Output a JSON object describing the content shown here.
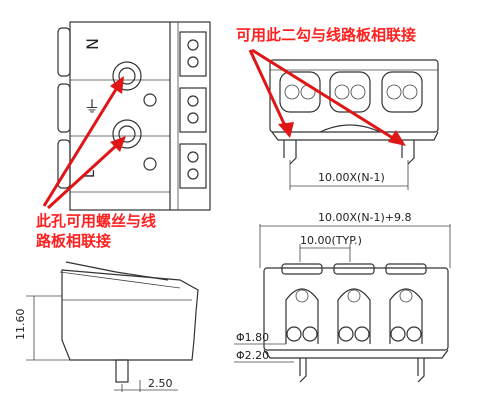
{
  "annotations": {
    "hook_note": "可用此二勾与线路板相联接",
    "hole_note_line1": "此孔可用螺丝与线",
    "hole_note_line2": "路板相联接"
  },
  "symbols": {
    "n_mark": "N",
    "ground_mark": "⏚",
    "l_mark": "L"
  },
  "dimensions": {
    "pin_pitch_top": "10.00X(N-1)",
    "overall_width": "10.00X(N-1)+9.8",
    "typical_pitch": "10.00(TYP.)",
    "height": "11.60",
    "pin_offset": "2.50",
    "hole_dia_small": "Φ1.80",
    "hole_dia_large": "Φ2.20"
  },
  "colors": {
    "annotation": "#ff2020",
    "arrow": "#e01515",
    "line": "#333333"
  }
}
